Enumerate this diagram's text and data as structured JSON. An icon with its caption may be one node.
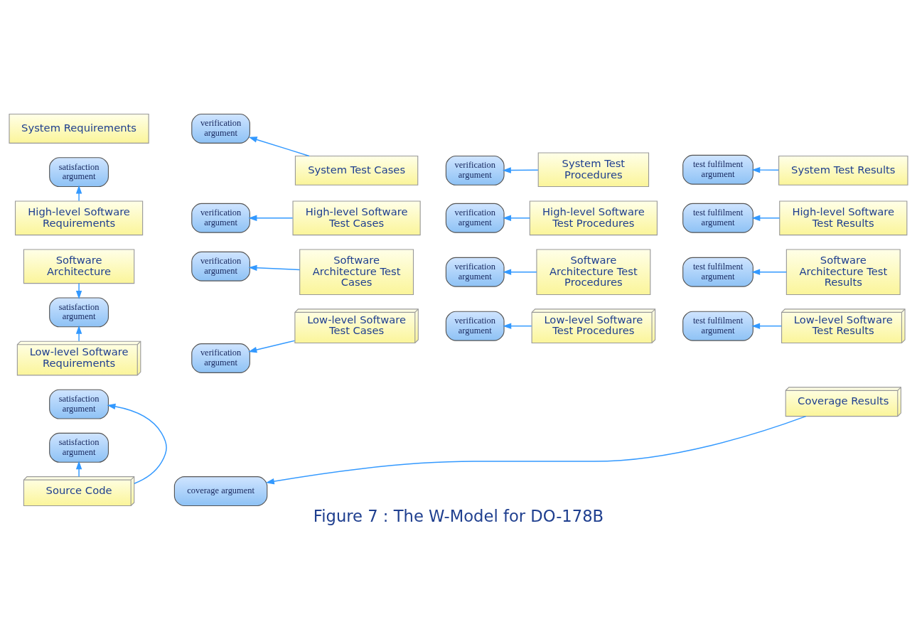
{
  "diagram": {
    "caption": "Figure 7 : The W-Model for DO-178B",
    "nodes": [
      {
        "text": [
          "System Requirements"
        ]
      },
      {
        "text": [
          "verification argument"
        ]
      },
      {
        "text": [
          "System Test Cases"
        ]
      },
      {
        "text": [
          "verification argument"
        ]
      },
      {
        "text": [
          "System Test Procedures"
        ]
      },
      {
        "text": [
          "test fulfilment argument"
        ]
      },
      {
        "text": [
          "System Test Results"
        ]
      },
      {
        "text": [
          "satisfaction argument"
        ]
      },
      {
        "text": [
          "High-level Software Requirements"
        ]
      },
      {
        "text": [
          "verification argument"
        ]
      },
      {
        "text": [
          "High-level Software Test Cases"
        ]
      },
      {
        "text": [
          "verification argument"
        ]
      },
      {
        "text": [
          "High-level Software Test Procedures"
        ]
      },
      {
        "text": [
          "test fulfilment argument"
        ]
      },
      {
        "text": [
          "High-level Software Test Results"
        ]
      },
      {
        "text": [
          "satisfaction argument"
        ]
      },
      {
        "text": [
          "Software Architecture"
        ]
      },
      {
        "text": [
          "verification argument"
        ]
      },
      {
        "text": [
          "Software Architecture Test Cases"
        ]
      },
      {
        "text": [
          "verification argument"
        ]
      },
      {
        "text": [
          "Software Architecture Test Procedures"
        ]
      },
      {
        "text": [
          "test fulfilment argument"
        ]
      },
      {
        "text": [
          "Software Architecture Test Results"
        ]
      },
      {
        "text": [
          "satisfaction argument"
        ]
      },
      {
        "text": [
          "Low-level Software Requirements"
        ]
      },
      {
        "text": [
          "verification argument"
        ]
      },
      {
        "text": [
          "Low-level Software Test Cases"
        ]
      },
      {
        "text": [
          "verification argument"
        ]
      },
      {
        "text": [
          "Low-level Software Test Procedures"
        ]
      },
      {
        "text": [
          "test fulfilment argument"
        ]
      },
      {
        "text": [
          "Low-level Software Test Results"
        ]
      },
      {
        "text": [
          "satisfaction argument"
        ]
      },
      {
        "text": [
          "Source Code"
        ]
      },
      {
        "text": [
          "coverage argument"
        ]
      },
      {
        "text": [
          "Coverage Results"
        ]
      }
    ],
    "edges": [
      {
        "from": 6,
        "to": 5,
        "arrow": "to"
      },
      {
        "from": 4,
        "to": 3,
        "arrow": "to"
      },
      {
        "from": 2,
        "to": 1,
        "arrow": "to"
      },
      {
        "from": 8,
        "to": 7,
        "arrow": "to"
      },
      {
        "from": 14,
        "to": 13,
        "arrow": "to"
      },
      {
        "from": 12,
        "to": 11,
        "arrow": "to"
      },
      {
        "from": 10,
        "to": 9,
        "arrow": "to"
      },
      {
        "from": 16,
        "to": 15,
        "arrow": "to"
      },
      {
        "from": 22,
        "to": 21,
        "arrow": "to"
      },
      {
        "from": 20,
        "to": 19,
        "arrow": "to"
      },
      {
        "from": 18,
        "to": 17,
        "arrow": "to"
      },
      {
        "from": 24,
        "to": 15,
        "arrow": "to"
      },
      {
        "from": 30,
        "to": 29,
        "arrow": "to"
      },
      {
        "from": 28,
        "to": 27,
        "arrow": "to"
      },
      {
        "from": 26,
        "to": 25,
        "arrow": "to"
      },
      {
        "from": 32,
        "to": 31,
        "arrow": "to"
      },
      {
        "from": 32,
        "to": 23,
        "arrow": "to"
      },
      {
        "from": 34,
        "to": 33,
        "arrow": "to"
      }
    ]
  }
}
